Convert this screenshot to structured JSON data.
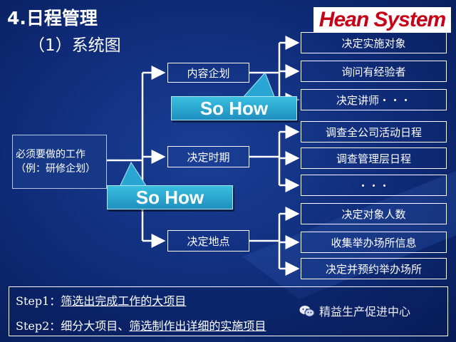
{
  "title": {
    "line1": "4.日程管理",
    "line2": "（1）系统图"
  },
  "logo": {
    "text": "Hean System"
  },
  "root": {
    "text": "必须要做的工作（例：研修企划）"
  },
  "level1": [
    {
      "label": "内容企划"
    },
    {
      "label": "决定时期"
    },
    {
      "label": "决定地点"
    }
  ],
  "level2": [
    {
      "label": "决定实施对象"
    },
    {
      "label": "询问有经验者"
    },
    {
      "label": "决定讲师・・・"
    },
    {
      "label": "调查全公司活动日程"
    },
    {
      "label": "调查管理层日程"
    },
    {
      "label": "・・・"
    },
    {
      "label": "决定对象人数"
    },
    {
      "label": "收集举办场所信息"
    },
    {
      "label": "决定并预约举办场所"
    }
  ],
  "callouts": [
    {
      "text": "So How"
    },
    {
      "text": "So How"
    }
  ],
  "steps": [
    {
      "prefix": "Step1：",
      "plain": "",
      "underlined": "筛选出完成工作的大项目"
    },
    {
      "prefix": "Step2：",
      "plain": "细分大项目、",
      "underlined": "筛选制作出详细的实施项目"
    }
  ],
  "watermark": {
    "icon": "wechat-icon",
    "text": "精益生产促进中心"
  },
  "colors": {
    "background": "#0f2b78",
    "line": "#ffffff",
    "callout": "#2aa6d4",
    "logo_text": "#c7001a"
  }
}
